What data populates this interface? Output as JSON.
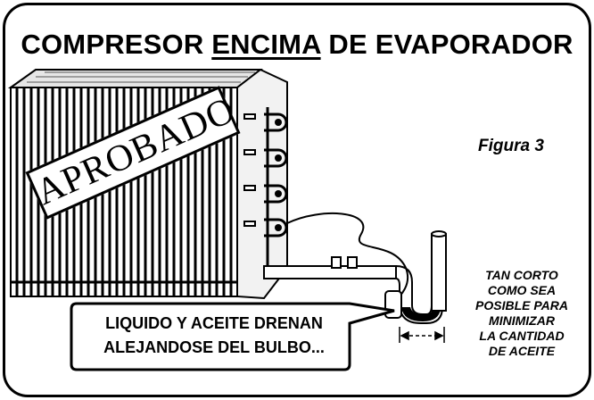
{
  "title": {
    "part1": "COMPRESOR",
    "part2": "ENCIMA",
    "part3": "DE EVAPORADOR"
  },
  "figure_label": "Figura 3",
  "stamp": "APROBADO",
  "callout": {
    "line1": "LIQUIDO Y ACEITE DRENAN",
    "line2": "ALEJANDOSE DEL BULBO..."
  },
  "note": {
    "line1": "TAN CORTO",
    "line2": "COMO SEA",
    "line3": "POSIBLE PARA",
    "line4": "MINIMIZAR",
    "line5": "LA CANTIDAD",
    "line6": "DE ACEITE"
  }
}
